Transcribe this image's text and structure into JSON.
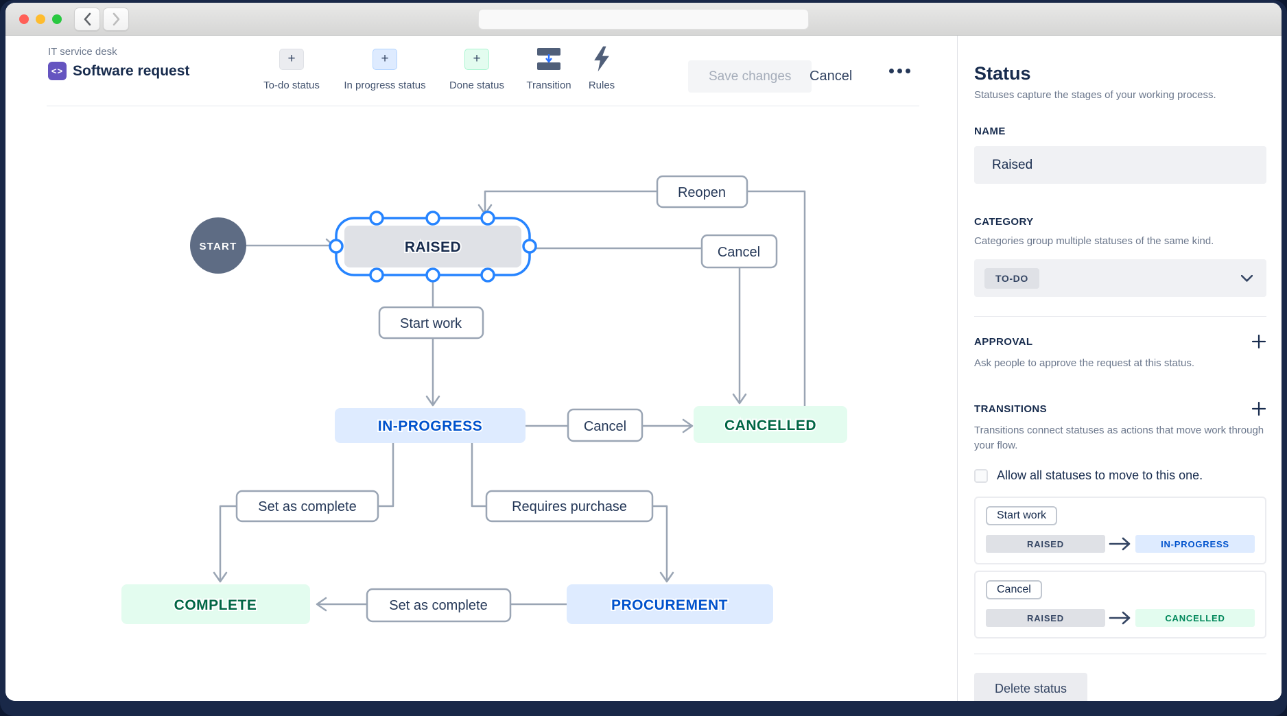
{
  "header": {
    "breadcrumb": "IT service desk",
    "project_title": "Software request",
    "toolbar": [
      {
        "label": "To-do status",
        "icon": "plus-icon"
      },
      {
        "label": "In progress status",
        "icon": "plus-icon"
      },
      {
        "label": "Done status",
        "icon": "plus-icon"
      },
      {
        "label": "Transition",
        "icon": "transition-icon"
      },
      {
        "label": "Rules",
        "icon": "lightning-icon"
      }
    ],
    "save_label": "Save changes",
    "cancel_label": "Cancel"
  },
  "diagram": {
    "nodes": {
      "start": "START",
      "raised": "RAISED",
      "in_progress": "IN-PROGRESS",
      "cancelled": "CANCELLED",
      "complete": "COMPLETE",
      "procurement": "PROCUREMENT"
    },
    "transitions": {
      "reopen": "Reopen",
      "cancel_top": "Cancel",
      "start_work": "Start work",
      "cancel_mid": "Cancel",
      "set_as_complete_left": "Set as complete",
      "requires_purchase": "Requires purchase",
      "set_as_complete_bottom": "Set as complete"
    },
    "colors": {
      "selection": "#2684ff",
      "todo_fill": "#dfe1e6",
      "inprogress_fill": "#deebff",
      "inprogress_text": "#0052cc",
      "done_fill": "#e3fcef",
      "done_text": "#006644",
      "start_fill": "#5e6c84",
      "edge": "#9aa5b4"
    }
  },
  "sidebar": {
    "title": "Status",
    "subtitle": "Statuses capture the stages of your working process.",
    "name_label": "NAME",
    "name_value": "Raised",
    "category_label": "CATEGORY",
    "category_desc": "Categories group multiple statuses of the same kind.",
    "category_value": "TO-DO",
    "approval_label": "APPROVAL",
    "approval_desc": "Ask people to approve the request at this status.",
    "transitions_label": "TRANSITIONS",
    "transitions_desc": "Transitions connect statuses as actions that move work through your flow.",
    "allow_all_label": "Allow all statuses to move to this one.",
    "transition_cards": [
      {
        "name": "Start work",
        "from": "RAISED",
        "to": "IN-PROGRESS"
      },
      {
        "name": "Cancel",
        "from": "RAISED",
        "to": "CANCELLED"
      }
    ],
    "delete_label": "Delete status"
  }
}
